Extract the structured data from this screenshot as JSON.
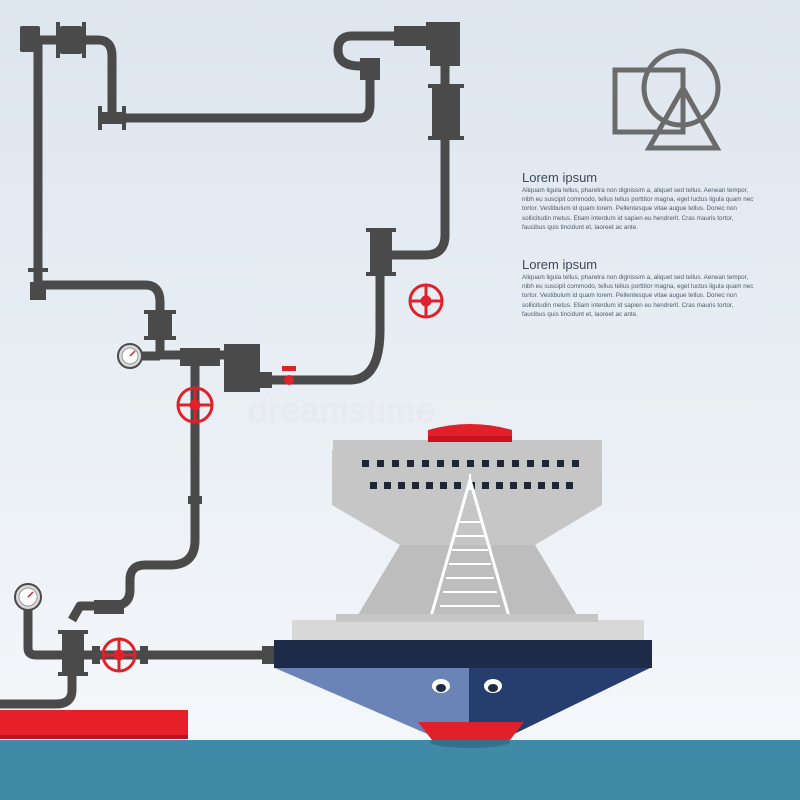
{
  "colors": {
    "pipe": "#4a4a4a",
    "valve": "#e0202b",
    "ship_hull_left": "#6b84b8",
    "ship_hull_right": "#263e6e",
    "ship_deck": "#1d2a48",
    "superstructure": "#c6c6c6",
    "sea": "#3f8aa6",
    "dock": "#e8202a"
  },
  "icons": {
    "logo": "square-circle-triangle-logo-icon",
    "valves": "valve-wheel-icon",
    "gauges": "pressure-gauge-icon"
  },
  "text_blocks": [
    {
      "heading": "Lorem ipsum",
      "body": "Aliquam ligula tellus, pharetra non dignissim a, aliquet sed tellus. Aenean tempor, nibh eu suscipit commodo, tellus tellus porttitor magna, eget luctus ligula quam nec tortor. Vestibulum id quam lorem. Pellentesque vitae augue tellus. Donec non sollicitudin metus. Etiam interdum id sapien eu hendrerit. Cras mauris tortor, faucibus quis tincidunt et, laoreet ac ante."
    },
    {
      "heading": "Lorem ipsum",
      "body": "Aliquam ligula tellus, pharetra non dignissim a, aliquet sed tellus. Aenean tempor, nibh eu suscipit commodo, tellus tellus porttitor magna, eget luctus ligula quam nec tortor. Vestibulum id quam lorem. Pellentesque vitae augue tellus. Donec non sollicitudin metus. Etiam interdum id sapien eu hendrerit. Cras mauris tortor, faucibus quis tincidunt et, laoreet ac ante."
    }
  ],
  "watermark": "dreamstime"
}
